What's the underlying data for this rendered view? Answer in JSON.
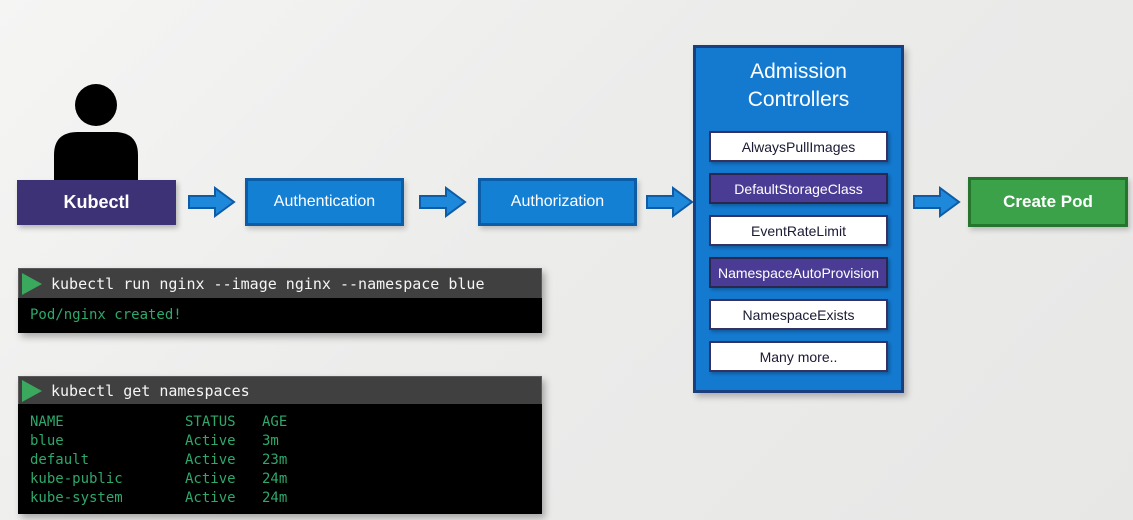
{
  "flow": {
    "kubectl_label": "Kubectl",
    "authentication_label": "Authentication",
    "authorization_label": "Authorization",
    "create_pod_label": "Create Pod"
  },
  "admission_panel": {
    "title": "Admission Controllers",
    "items": [
      {
        "label": "AlwaysPullImages",
        "variant": "white"
      },
      {
        "label": "DefaultStorageClass",
        "variant": "purple"
      },
      {
        "label": "EventRateLimit",
        "variant": "white"
      },
      {
        "label": "NamespaceAutoProvision",
        "variant": "purple"
      },
      {
        "label": "NamespaceExists",
        "variant": "white"
      },
      {
        "label": "Many more..",
        "variant": "white"
      }
    ]
  },
  "terminals": [
    {
      "command": "kubectl run nginx --image nginx --namespace blue",
      "output_lines": [
        "Pod/nginx created!"
      ]
    },
    {
      "command": "kubectl get namespaces",
      "table": {
        "headers": [
          "NAME",
          "STATUS",
          "AGE"
        ],
        "rows": [
          [
            "blue",
            "Active",
            "3m"
          ],
          [
            "default",
            "Active",
            "23m"
          ],
          [
            "kube-public",
            "Active",
            "24m"
          ],
          [
            "kube-system",
            "Active",
            "24m"
          ]
        ]
      }
    }
  ],
  "icons": {
    "person": "person-silhouette",
    "arrow": "right-block-arrow",
    "play": "green-play-triangle"
  },
  "colors": {
    "kubectl_purple": "#3e3276",
    "flow_blue": "#1480d4",
    "flow_blue_border": "#0d5ca6",
    "panel_blue": "#147ad0",
    "panel_border": "#1b3f7e",
    "item_purple": "#4a3c94",
    "item_border_navy": "#343264",
    "create_pod_green": "#3ba24a",
    "create_pod_border": "#26752f",
    "terminal_header_gray": "#404040",
    "terminal_green": "#2ea86b",
    "background_gray": "#ececeb"
  }
}
